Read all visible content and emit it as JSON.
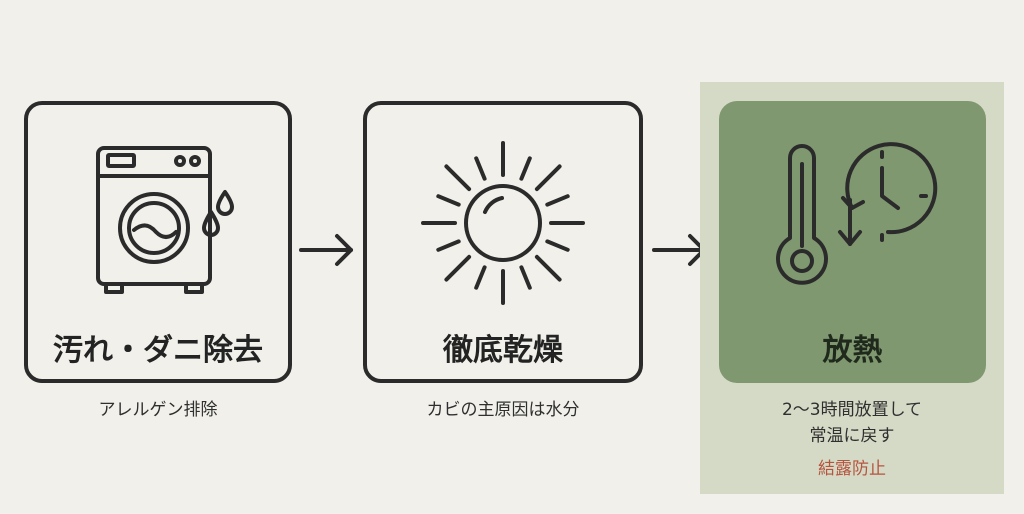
{
  "steps": [
    {
      "title": "汚れ・ダニ除去",
      "description": "アレルゲン排除",
      "icon": "washing-machine-icon"
    },
    {
      "title": "徹底乾燥",
      "description": "カビの主原因は水分",
      "icon": "sun-icon"
    },
    {
      "title": "放熱",
      "description_line1": "2〜3時間放置して",
      "description_line2": "常温に戻す",
      "note": "結露防止",
      "icon": "thermometer-clock-icon"
    }
  ],
  "colors": {
    "background": "#f1f0ea",
    "outline": "#2b2b2b",
    "highlight_panel": "#d5dac6",
    "highlight_box": "#7f9870",
    "note_text": "#b5543f"
  }
}
